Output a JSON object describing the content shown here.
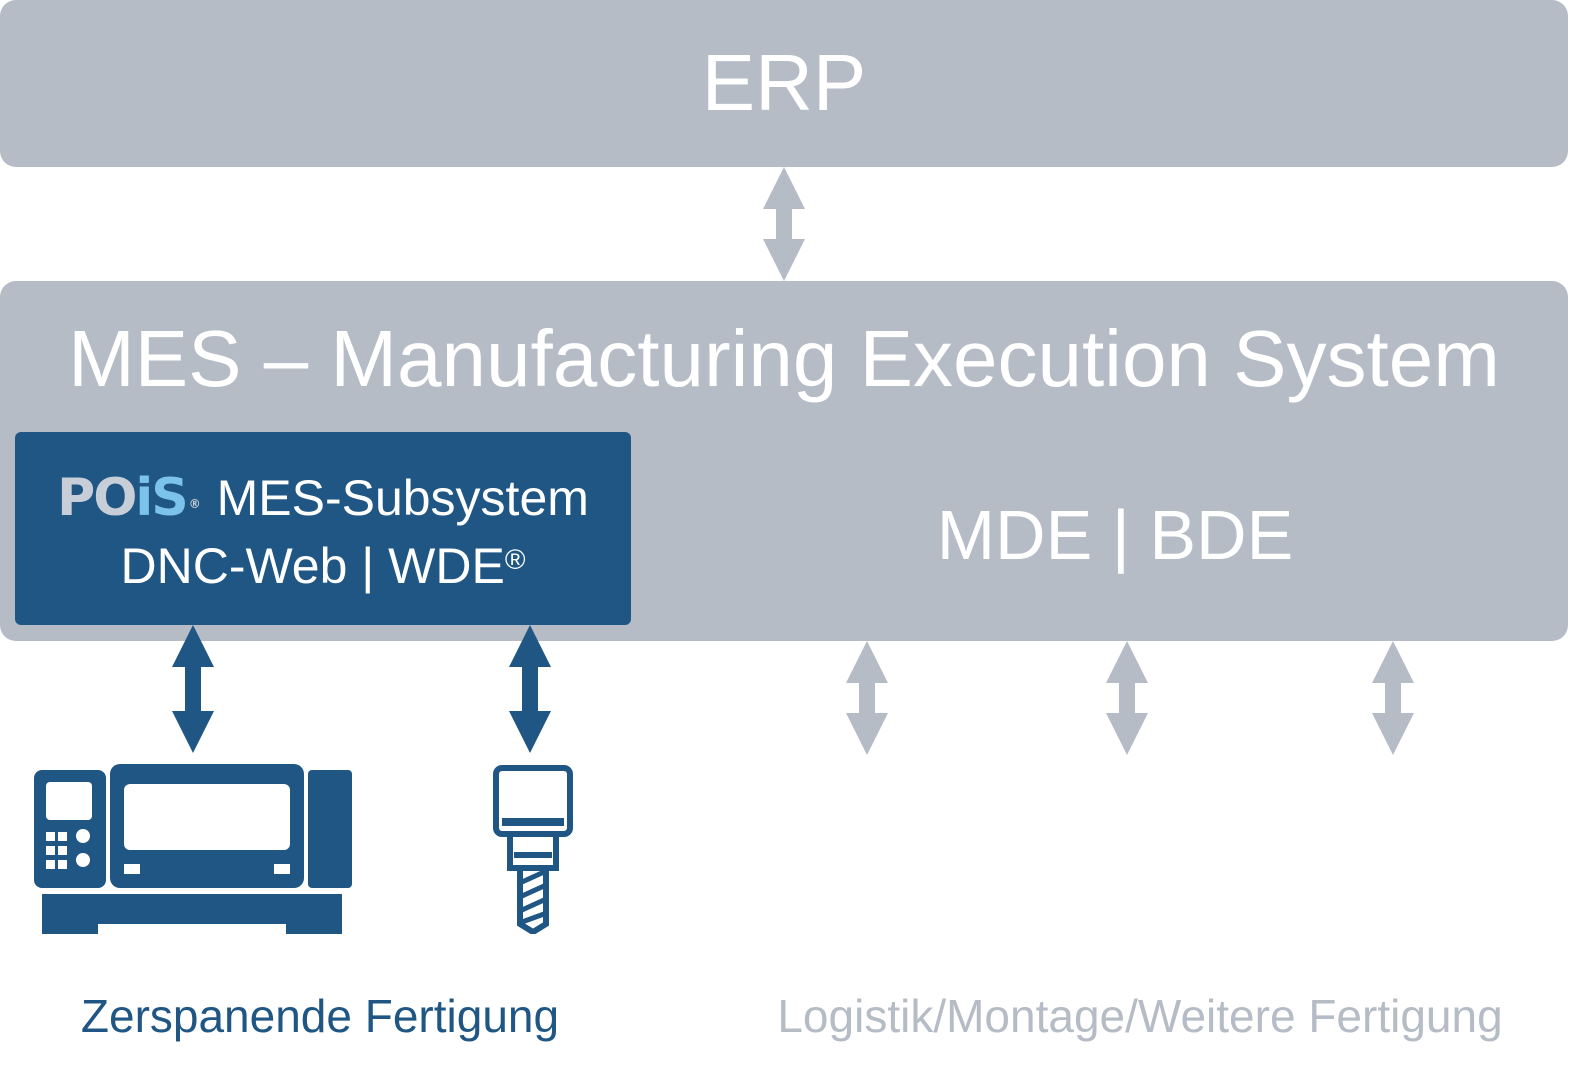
{
  "erp": {
    "title": "ERP"
  },
  "mes": {
    "title": "MES – Manufacturing Execution System",
    "subsystem": {
      "logo_text_po": "PO",
      "logo_text_is": "iS",
      "logo_reg": "®",
      "line1": "MES-Subsystem",
      "line2": "DNC-Web | WDE",
      "line2_reg": "®"
    },
    "right_label": "MDE | BDE"
  },
  "bottom": {
    "left_label": "Zerspanende Fertigung",
    "right_label": "Logistik/Montage/Weitere Fertigung"
  },
  "colors": {
    "gray_box": "#b5bcc6",
    "blue": "#1f5684",
    "logo_light_blue": "#7cc3ec",
    "white": "#ffffff"
  },
  "icons": [
    "machine-tool-icon",
    "milling-spindle-icon",
    "bidirectional-arrow-icon"
  ]
}
